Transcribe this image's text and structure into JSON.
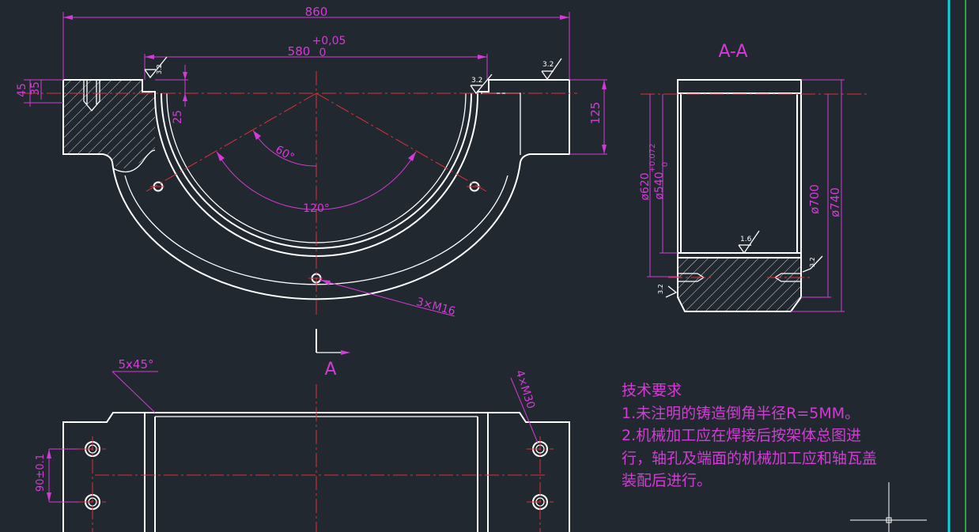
{
  "dimensions": {
    "d860": "860",
    "d580": "580",
    "d580_tol_upper": "+0,05",
    "d580_tol_lower": "0",
    "d45": "45",
    "d35": "35",
    "d25": "25",
    "d125": "125",
    "angle60": "60°",
    "angle120": "120°",
    "holes3": "3×M16",
    "chamfer": "5x45°",
    "holes4": "4×M30",
    "d90": "90±0.1",
    "dia620": "ø620",
    "dia540": "ø540",
    "dia540_tol_upper": "+0.072",
    "dia540_tol_lower": "0",
    "dia700": "ø700",
    "dia740": "ø740"
  },
  "roughness": {
    "r32": "3.2",
    "r16": "1.6"
  },
  "section": {
    "title": "A-A",
    "marker": "A"
  },
  "notes": {
    "heading": "技术要求",
    "line1": "1.未注明的铸造倒角半径R=5MM。",
    "line2": "2.机械加工应在焊接后按架体总图进",
    "line3": "行，轴孔及端面的机械加工应和轴瓦盖",
    "line4": "装配后进行。"
  },
  "colors": {
    "background": "#212830",
    "outline": "#ffffff",
    "dimension": "#d43bd6",
    "centerline": "#e0303a",
    "frame_cyan": "#00d8e8",
    "frame_green": "#2fd04a"
  }
}
